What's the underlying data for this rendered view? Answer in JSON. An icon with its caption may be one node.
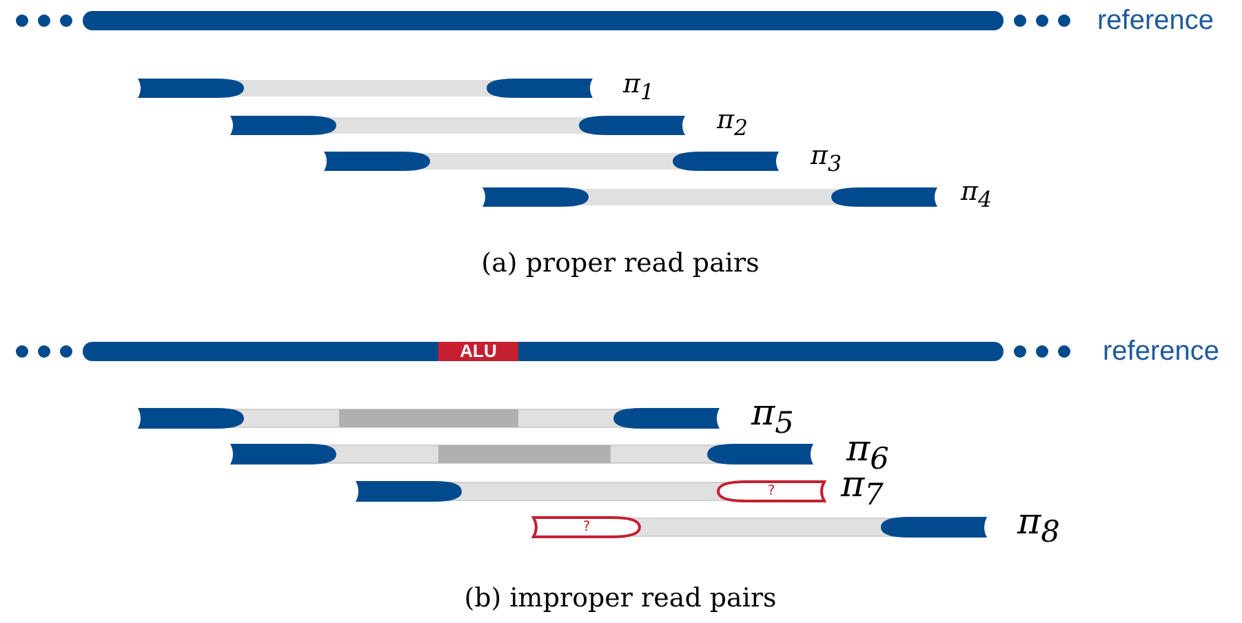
{
  "diagram": {
    "nodes": [
      {
        "text": [
          "ALU"
        ]
      },
      {
        "text": [
          "?"
        ]
      },
      {
        "text": [
          "?"
        ]
      }
    ],
    "labels": [
      "reference",
      "π$_{1}$",
      "π$_{2}$",
      "π$_{3}$",
      "π$_{4}$",
      "(a) proper read pairs",
      "reference",
      "π$_{5}$",
      "π$_{6}$",
      "π$_{7}$",
      "π$_{8}$",
      "(b) improper read pairs"
    ]
  }
}
